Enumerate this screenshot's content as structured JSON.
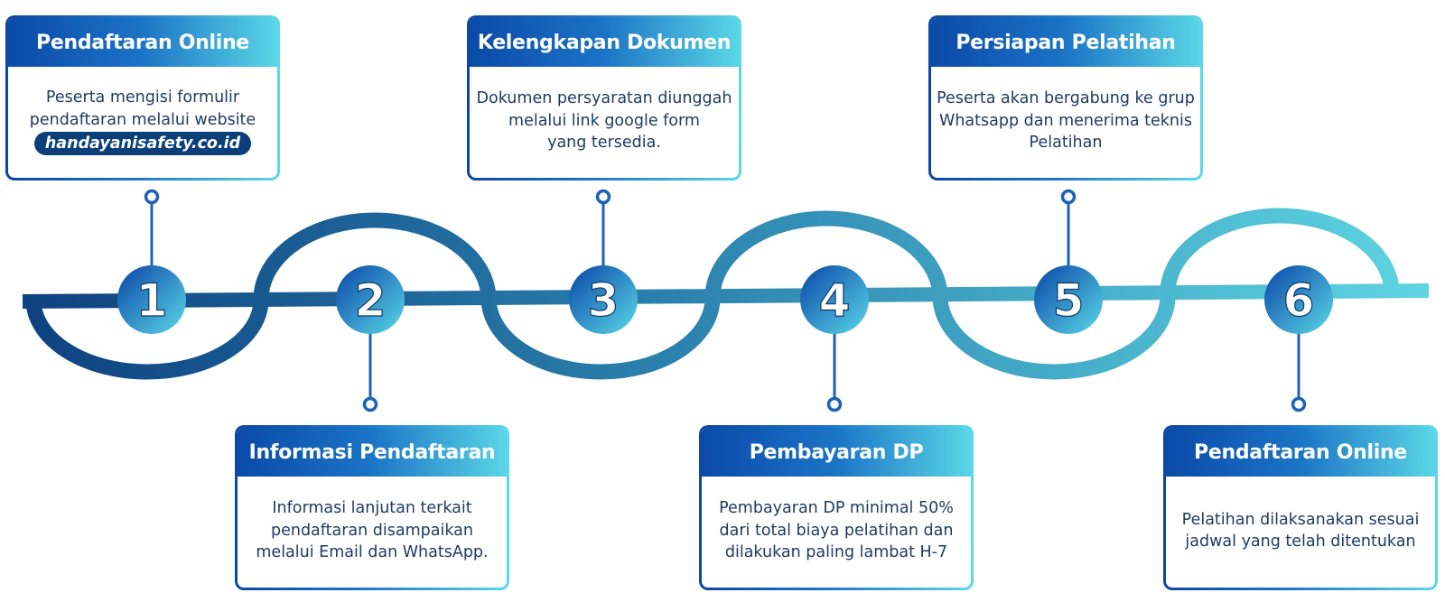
{
  "steps": [
    {
      "number": "1",
      "title": "Pendaftaran Online",
      "lines": [
        "Peserta mengisi formulir",
        "pendaftaran melalui website"
      ],
      "highlight": "handayanisafety.co.id"
    },
    {
      "number": "2",
      "title": "Informasi Pendaftaran",
      "lines": [
        "Informasi lanjutan terkait",
        "pendaftaran disampaikan",
        "melalui Email dan WhatsApp."
      ]
    },
    {
      "number": "3",
      "title": "Kelengkapan Dokumen",
      "lines": [
        "Dokumen persyaratan diunggah",
        "melalui link google form",
        "yang tersedia."
      ]
    },
    {
      "number": "4",
      "title": "Pembayaran DP",
      "lines": [
        "Pembayaran DP minimal 50%",
        "dari total biaya pelatihan dan",
        "dilakukan paling lambat H-7"
      ]
    },
    {
      "number": "5",
      "title": "Persiapan Pelatihan",
      "lines": [
        "Peserta akan bergabung ke grup",
        "Whatsapp dan menerima teknis",
        "Pelatihan"
      ]
    },
    {
      "number": "6",
      "title": "Pendaftaran Online",
      "lines": [
        "Pelatihan dilaksanakan sesuai",
        "jadwal yang telah ditentukan"
      ]
    }
  ],
  "colors": {
    "wave_start": "#0d3f7e",
    "wave_mid": "#2d8cb0",
    "wave_end": "#5fd6e3",
    "circle_dark": "#0a45a6",
    "circle_light": "#5ad8e8",
    "connector": "#1d62b8",
    "text": "#1f3b63"
  }
}
